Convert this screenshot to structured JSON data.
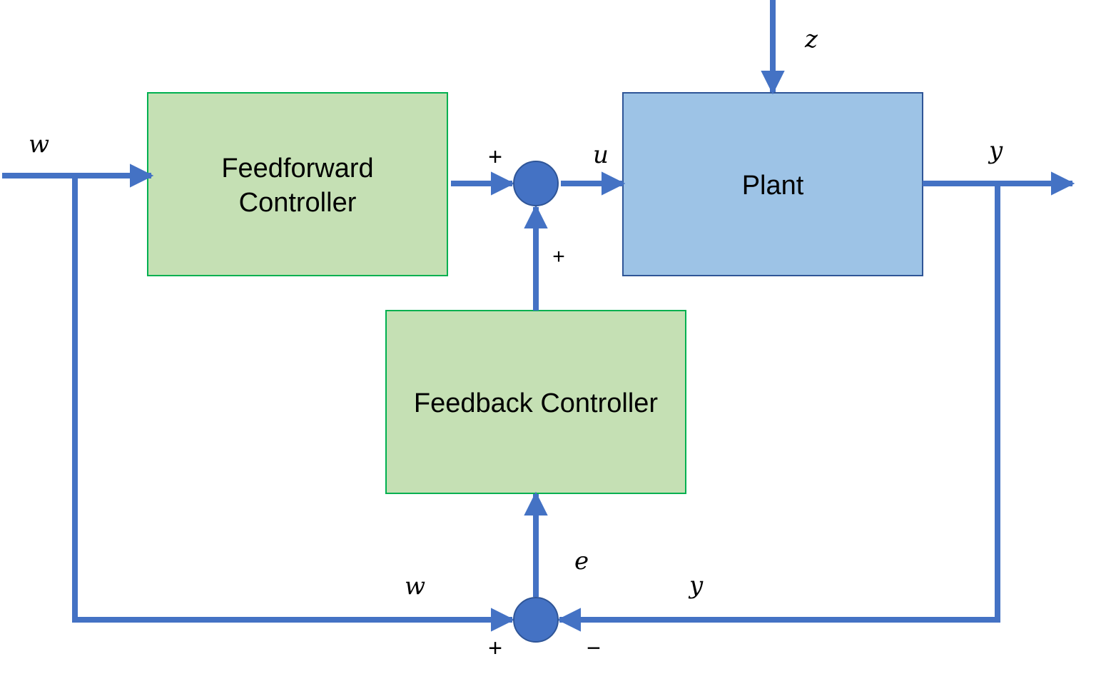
{
  "blocks": {
    "feedforward": {
      "line1": "Feedforward",
      "line2": "Controller"
    },
    "feedback": {
      "label": "Feedback Controller"
    },
    "plant": {
      "label": "Plant"
    }
  },
  "signals": {
    "w_input": "w",
    "w_loop": "w",
    "z": "z",
    "u": "u",
    "y_output": "y",
    "y_loop": "y",
    "e": "e"
  },
  "signs": {
    "top_feedforward": "+",
    "top_feedback": "+",
    "bottom_w": "+",
    "bottom_y": "−"
  },
  "colors": {
    "line": "#4472C4",
    "junction": "#4472C4",
    "controller_fill": "#C5E0B4",
    "controller_border": "#00B050",
    "plant_fill": "#9DC3E6",
    "plant_border": "#2F5597"
  }
}
